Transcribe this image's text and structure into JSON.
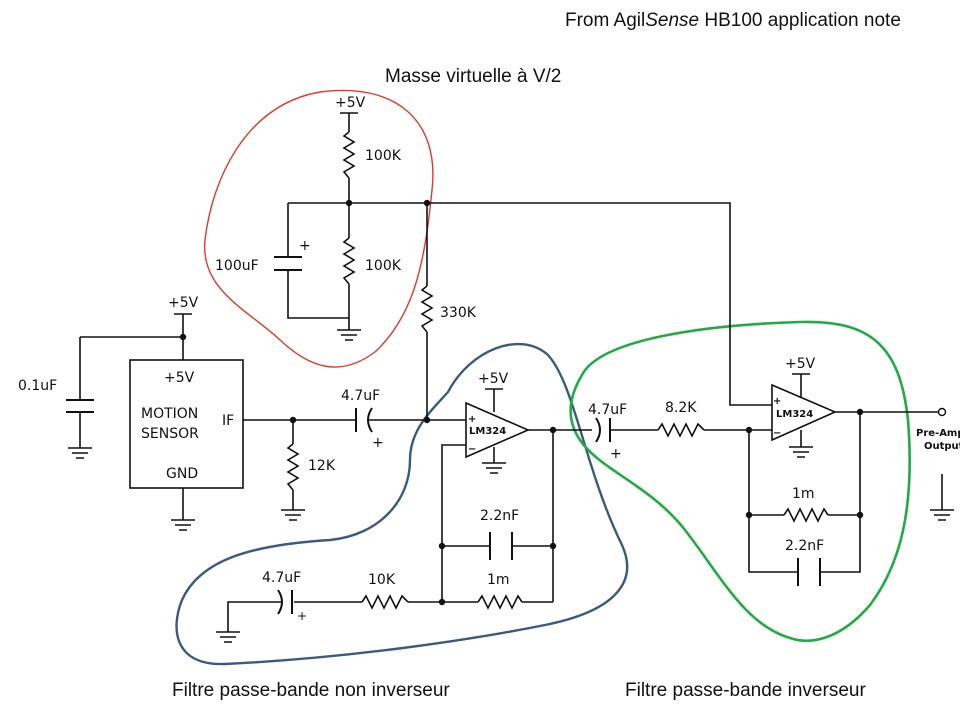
{
  "source_note": {
    "prefix": "From Agil",
    "emph": "Sense",
    "suffix": " HB100 application note"
  },
  "captions": {
    "virtual_ground": "Masse virtuelle à V/2",
    "noninverting_filter": "Filtre passe-bande non inverseur",
    "inverting_filter": "Filtre passe-bande inverseur"
  },
  "colors": {
    "virtual_ground": "#e03a2a",
    "noninverting_filter": "#3c5a80",
    "inverting_filter": "#22aa44"
  },
  "supply": "+5V",
  "components": {
    "r_div_top": "100K",
    "r_div_bot": "100K",
    "c_div": "100uF",
    "r_bias": "330K",
    "c_decouple": "0.1uF",
    "c_in1": "4.7uF",
    "r_load": "12K",
    "c_fb1": "2.2nF",
    "c_gnd1": "4.7uF",
    "r_gnd1": "10K",
    "r_fb1": "1m",
    "c_in2": "4.7uF",
    "r_in2": "8.2K",
    "r_fb2": "1m",
    "c_fb2": "2.2nF"
  },
  "opamp": "LM324",
  "sensor": {
    "line1": "MOTION",
    "line2": "SENSOR",
    "pin_if": "IF",
    "pin_gnd": "GND",
    "pin_vcc": "+5V"
  },
  "output": {
    "line1": "Pre-Amp",
    "line2": "Output"
  },
  "polarity_mark": "+",
  "opamp_plus": "+",
  "opamp_minus": "−"
}
